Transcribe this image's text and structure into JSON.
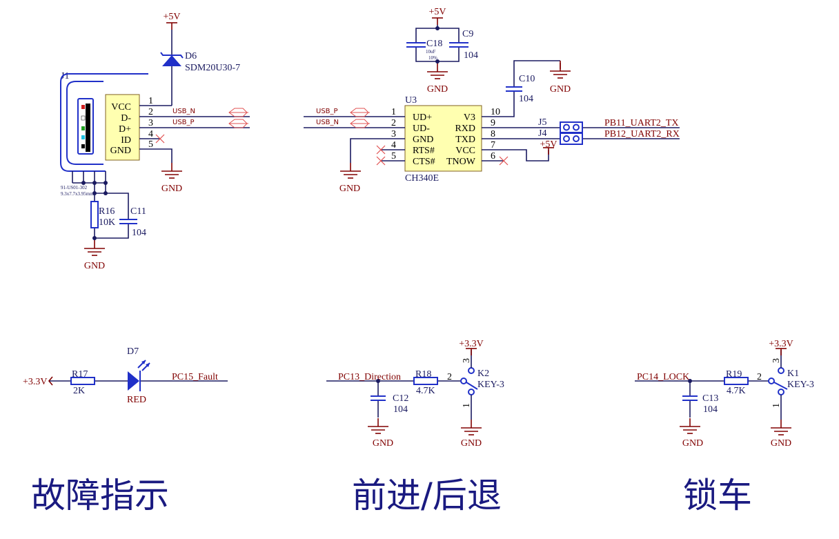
{
  "colors": {
    "wire": "#1a1a60",
    "power": "#800000",
    "component": "#2030c8",
    "body": "#ffffb0"
  },
  "power": {
    "p5v": "+5V",
    "p33v": "+3.3V",
    "gnd": "GND"
  },
  "j1": {
    "ref": "J1",
    "part": "91-US01-302",
    "size": "9.3x7.7x3.95mm",
    "pins": [
      "VCC",
      "D-",
      "D+",
      "ID",
      "GND"
    ],
    "nums": [
      "1",
      "2",
      "3",
      "4",
      "5"
    ]
  },
  "d6": {
    "ref": "D6",
    "value": "SDM20U30-7"
  },
  "nets": {
    "usb_n": "USB_N",
    "usb_p": "USB_P",
    "tx": "PB11_UART2_TX",
    "rx": "PB12_UART2_RX",
    "fault": "PC15_Fault",
    "direction": "PC13_Direction",
    "lock": "PC14_LOCK"
  },
  "r16": {
    "ref": "R16",
    "value": "10K"
  },
  "c11": {
    "ref": "C11",
    "value": "104"
  },
  "c18": {
    "ref": "C18",
    "value": "10uF",
    "tol": "10%"
  },
  "c9": {
    "ref": "C9",
    "value": "104"
  },
  "c10": {
    "ref": "C10",
    "value": "104"
  },
  "u3": {
    "ref": "U3",
    "part": "CH340E",
    "left": [
      "UD+",
      "UD-",
      "GND",
      "RTS#",
      "CTS#"
    ],
    "left_nums": [
      "1",
      "2",
      "3",
      "4",
      "5"
    ],
    "right": [
      "V3",
      "RXD",
      "TXD",
      "VCC",
      "TNOW"
    ],
    "right_nums": [
      "10",
      "9",
      "8",
      "7",
      "6"
    ]
  },
  "j5": "J5",
  "j4": "J4",
  "r17": {
    "ref": "R17",
    "value": "2K"
  },
  "d7": {
    "ref": "D7",
    "value": "RED"
  },
  "r18": {
    "ref": "R18",
    "value": "4.7K"
  },
  "c12": {
    "ref": "C12",
    "value": "104"
  },
  "k2": {
    "ref": "K2",
    "value": "KEY-3",
    "pins": [
      "1",
      "2",
      "3"
    ]
  },
  "r19": {
    "ref": "R19",
    "value": "4.7K"
  },
  "c13": {
    "ref": "C13",
    "value": "104"
  },
  "k1": {
    "ref": "K1",
    "value": "KEY-3",
    "pins": [
      "1",
      "2",
      "3"
    ]
  },
  "titles": {
    "fault": "故障指示",
    "direction": "前进/后退",
    "lock": "锁车"
  }
}
